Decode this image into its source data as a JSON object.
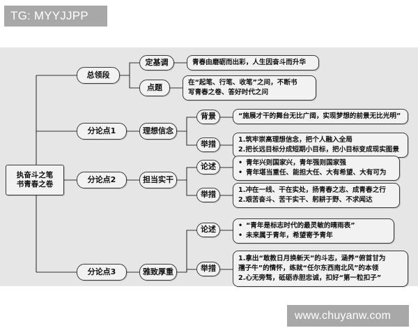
{
  "watermarks": {
    "top_left": "TG: MYYJJPP",
    "bottom_right": "www.chuyanw.com"
  },
  "diagram": {
    "type": "mind-map",
    "panel_color": "#e6e6e6",
    "node_fill": "#f2f2f2",
    "node_border": "#3a3a3a",
    "root": {
      "line1": "执奋斗之笔",
      "line2": "书青春之卷"
    },
    "branches": [
      {
        "label": "总领段",
        "children": [
          {
            "label": "定基调",
            "bulleted": false,
            "lines": [
              "青春由磨砺而出彩，人生因奋斗而升华"
            ]
          },
          {
            "label": "点题",
            "bulleted": false,
            "lines": [
              "在“起笔、行笔、收笔”之间，不断书",
              "写青春之卷、答好时代之问"
            ]
          }
        ]
      },
      {
        "label": "分论点1",
        "topic": "理想信念",
        "children": [
          {
            "label": "背景",
            "bulleted": false,
            "lines": [
              "“施展才干的舞台无比广阔，实现梦想的前景无比光明”"
            ]
          },
          {
            "label": "举措",
            "bulleted": false,
            "lines": [
              "1.筑牢崇高理想信念，把个人融入全局",
              "2.把长远目标分成短期小目标，把小目标变成现实图景"
            ]
          }
        ]
      },
      {
        "label": "分论点2",
        "topic": "担当实干",
        "children": [
          {
            "label": "论述",
            "bulleted": true,
            "lines": [
              "青年兴则国家兴，青年强则国家强",
              "青年堪当重任、能担大任、大有希望、大有可为"
            ]
          },
          {
            "label": "举措",
            "bulleted": false,
            "lines": [
              "1.冲在一线、干在实处，扬青春之志、成青春之行",
              "2.艰苦奋斗、苦干实干、躬耕于野、不求闻达"
            ]
          }
        ]
      },
      {
        "label": "分论点3",
        "topic": "雅致厚重",
        "children": [
          {
            "label": "论述",
            "bulleted": true,
            "lines": [
              "“青年是标志时代的最灵敏的晴雨表”",
              "未来属于青年，希望寄予青年"
            ]
          },
          {
            "label": "举措",
            "bulleted": false,
            "lines": [
              "1.拿出“敢教日月换新天”的斗志，涵养“俯首甘为",
              "孺子牛”的情怀，练就“任尔东西南北风”的本领",
              "2.心无旁骛，砥砺赤胆忠诚，扣好“第一粒扣子”"
            ]
          }
        ]
      }
    ]
  }
}
